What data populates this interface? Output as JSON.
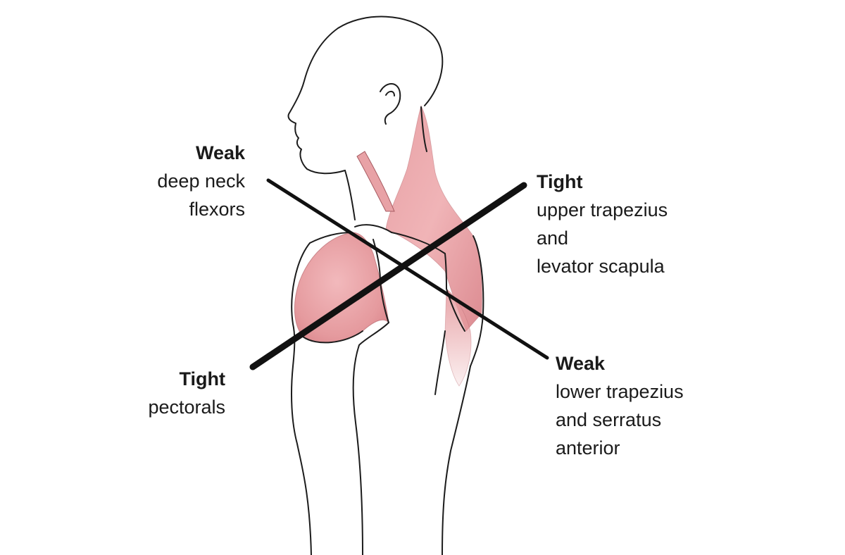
{
  "colors": {
    "muscle": "#e59a9e",
    "muscle_dark": "#c96a70",
    "outline": "#1c1c1c",
    "cross_line": "#111111"
  },
  "labels": {
    "weak_neck": {
      "heading": "Weak",
      "lines": [
        "deep neck",
        "flexors"
      ]
    },
    "tight_traps": {
      "heading": "Tight",
      "lines": [
        "upper trapezius",
        "and",
        "levator scapula"
      ]
    },
    "tight_pecs": {
      "heading": "Tight",
      "lines": [
        "pectorals"
      ]
    },
    "weak_lower": {
      "heading": "Weak",
      "lines": [
        "lower trapezius",
        "and serratus",
        "anterior"
      ]
    }
  }
}
